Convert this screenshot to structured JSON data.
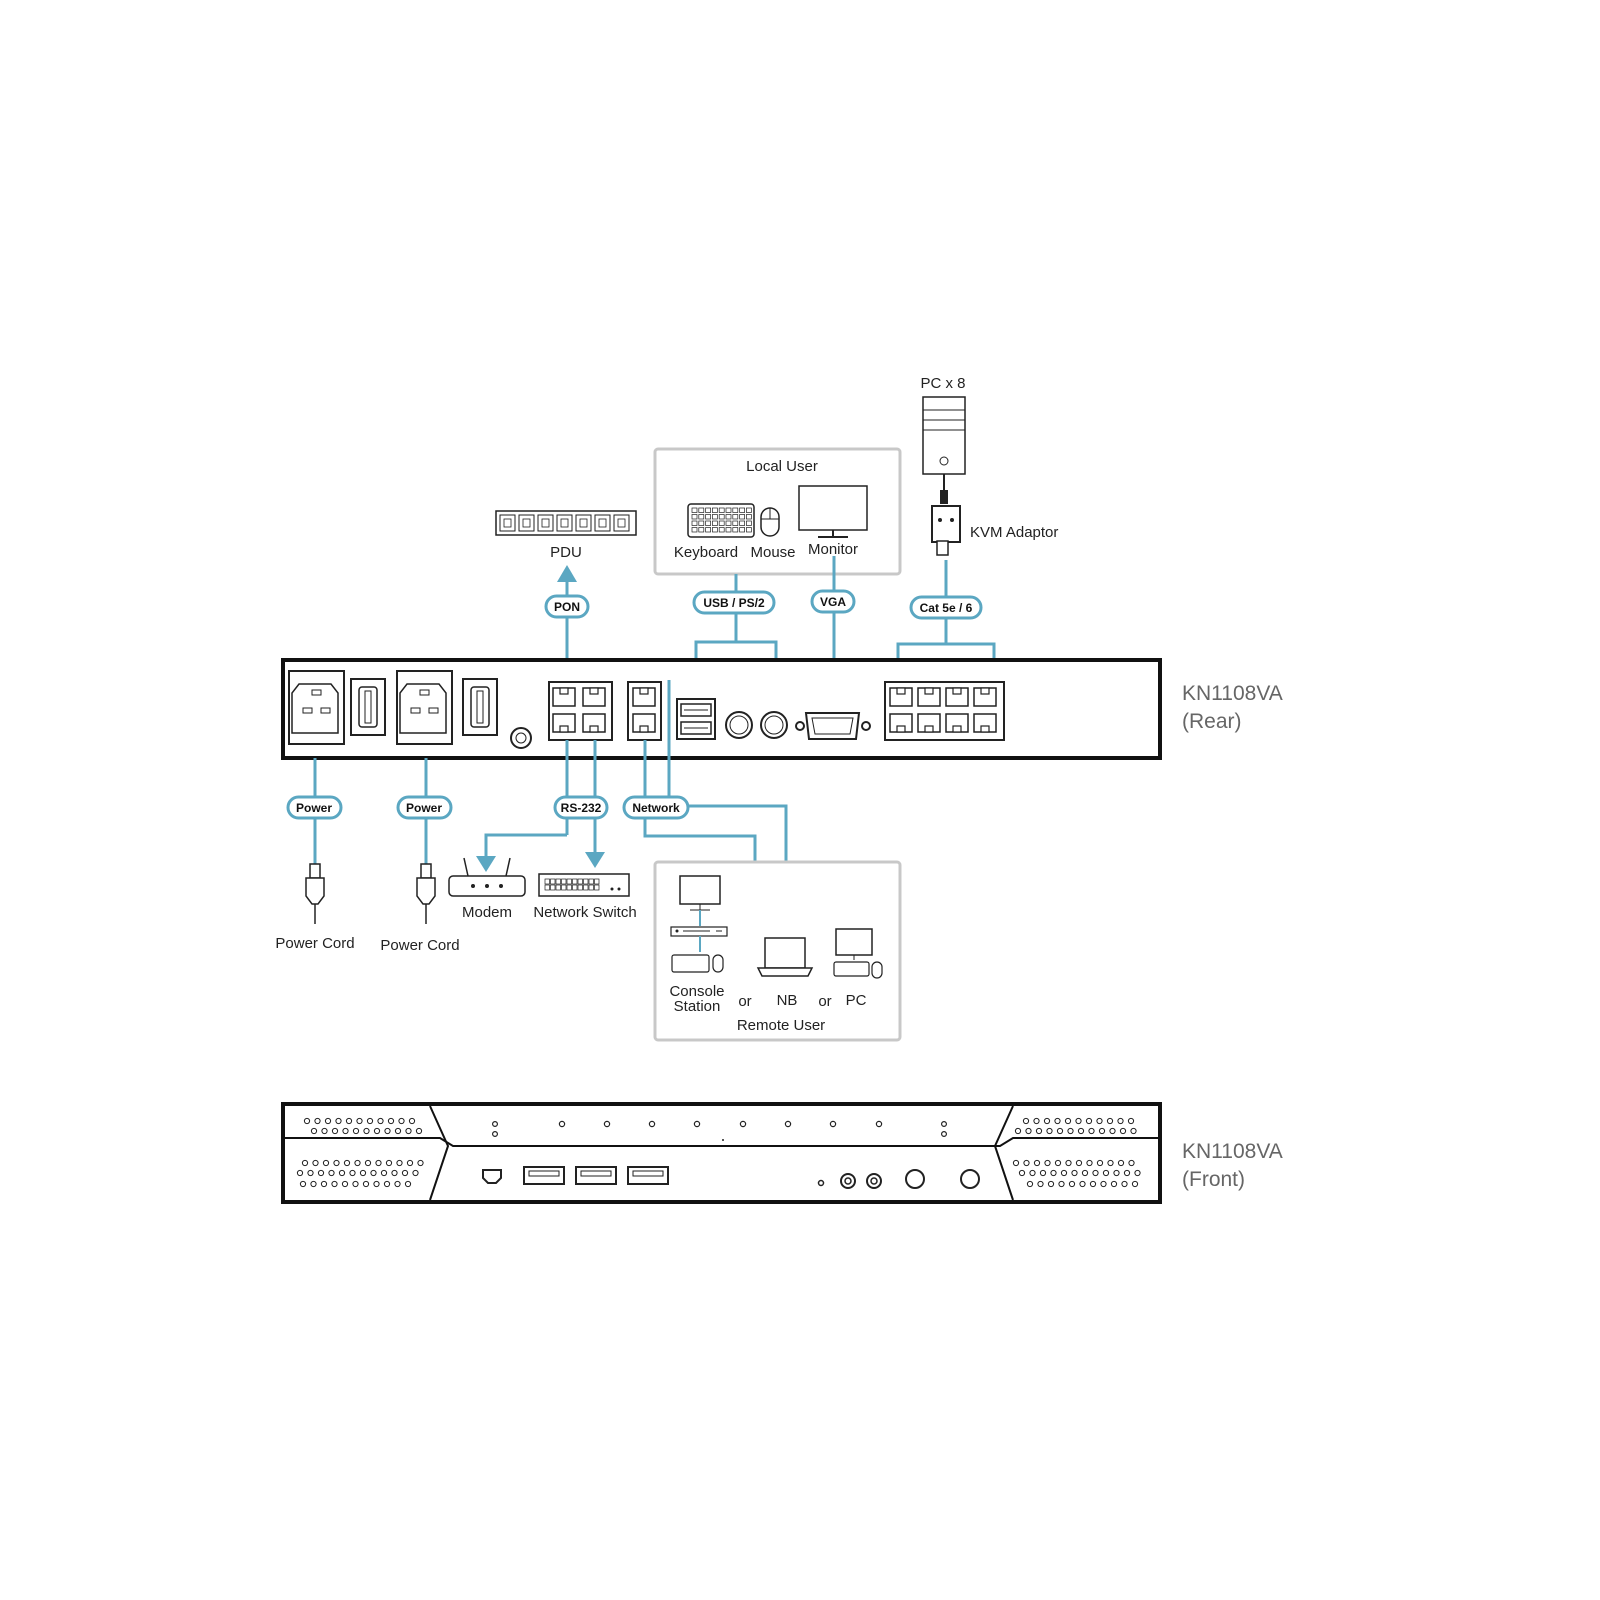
{
  "colors": {
    "wire": "#5ba7c2",
    "outline": "#222222",
    "group_border": "#c8c8c8",
    "model_label": "#666666"
  },
  "devices": {
    "pc": "PC x 8",
    "kvm_adaptor": "KVM Adaptor",
    "pdu": "PDU",
    "local_user": "Local User",
    "keyboard": "Keyboard",
    "mouse": "Mouse",
    "monitor": "Monitor",
    "modem": "Modem",
    "network_switch": "Network Switch",
    "power_cord_1": "Power Cord",
    "power_cord_2": "Power Cord",
    "console_station_1": "Console",
    "console_station_2": "Station",
    "or_1": "or",
    "nb": "NB",
    "or_2": "or",
    "pc_remote": "PC",
    "remote_user": "Remote User"
  },
  "connections": {
    "pon": "PON",
    "usb_ps2": "USB / PS/2",
    "vga": "VGA",
    "cat": "Cat 5e / 6",
    "power_1": "Power",
    "power_2": "Power",
    "rs232": "RS-232",
    "network": "Network"
  },
  "unit": {
    "rear_model": "KN1108VA",
    "rear_view": "(Rear)",
    "front_model": "KN1108VA",
    "front_view": "(Front)"
  },
  "icons": [
    "pc-tower-icon",
    "kvm-adaptor-icon",
    "pdu-icon",
    "keyboard-icon",
    "mouse-icon",
    "monitor-icon",
    "modem-icon",
    "network-switch-icon",
    "power-plug-icon",
    "laptop-icon",
    "desktop-pc-icon",
    "console-station-icon"
  ]
}
